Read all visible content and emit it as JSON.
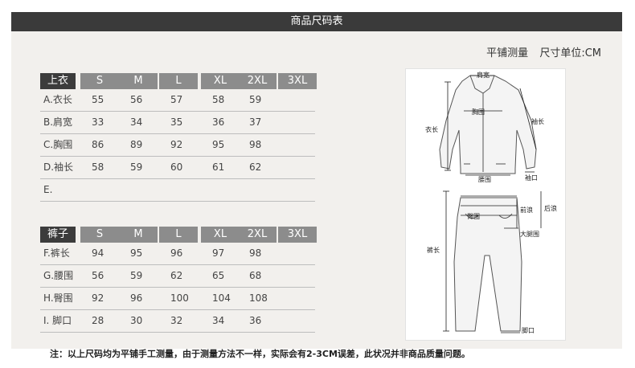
{
  "title": "商品尺码表",
  "measure_note": {
    "method": "平铺测量",
    "unit": "尺寸单位:CM"
  },
  "top_table": {
    "label": "上衣",
    "sizes": [
      "S",
      "M",
      "L",
      "XL",
      "2XL",
      "3XL"
    ],
    "rows": [
      {
        "label": "A.衣长",
        "values": [
          "55",
          "56",
          "57",
          "58",
          "59",
          ""
        ]
      },
      {
        "label": "B.肩宽",
        "values": [
          "33",
          "34",
          "35",
          "36",
          "37",
          ""
        ]
      },
      {
        "label": "C.胸围",
        "values": [
          "86",
          "89",
          "92",
          "95",
          "98",
          ""
        ]
      },
      {
        "label": "D.袖长",
        "values": [
          "58",
          "59",
          "60",
          "61",
          "62",
          ""
        ]
      },
      {
        "label": "E.",
        "values": [
          "",
          "",
          "",
          "",
          "",
          ""
        ]
      }
    ]
  },
  "bottom_table": {
    "label": "裤子",
    "sizes": [
      "S",
      "M",
      "L",
      "XL",
      "2XL",
      "3XL"
    ],
    "rows": [
      {
        "label": "F.裤长",
        "values": [
          "94",
          "95",
          "96",
          "97",
          "98",
          ""
        ]
      },
      {
        "label": "G.腰围",
        "values": [
          "56",
          "59",
          "62",
          "65",
          "68",
          ""
        ]
      },
      {
        "label": "H.臀围",
        "values": [
          "92",
          "96",
          "100",
          "104",
          "108",
          ""
        ]
      },
      {
        "label": "I. 脚口",
        "values": [
          "28",
          "30",
          "32",
          "34",
          "36",
          ""
        ]
      }
    ]
  },
  "diagram": {
    "shoulder": "肩宽",
    "chest": "胸围",
    "length": "衣长",
    "sleeve": "袖长",
    "waist": "腰围",
    "cuff": "袖口",
    "front_rise": "前浪",
    "back_rise": "后浪",
    "hip": "臀围",
    "thigh": "大腿围",
    "pants_length": "裤长",
    "hem": "脚口"
  },
  "footer_note": "注：以上尺码均为平铺手工测量，由于测量方法不一样，实际会有2-3CM误差，此状况并非商品质量问题。"
}
